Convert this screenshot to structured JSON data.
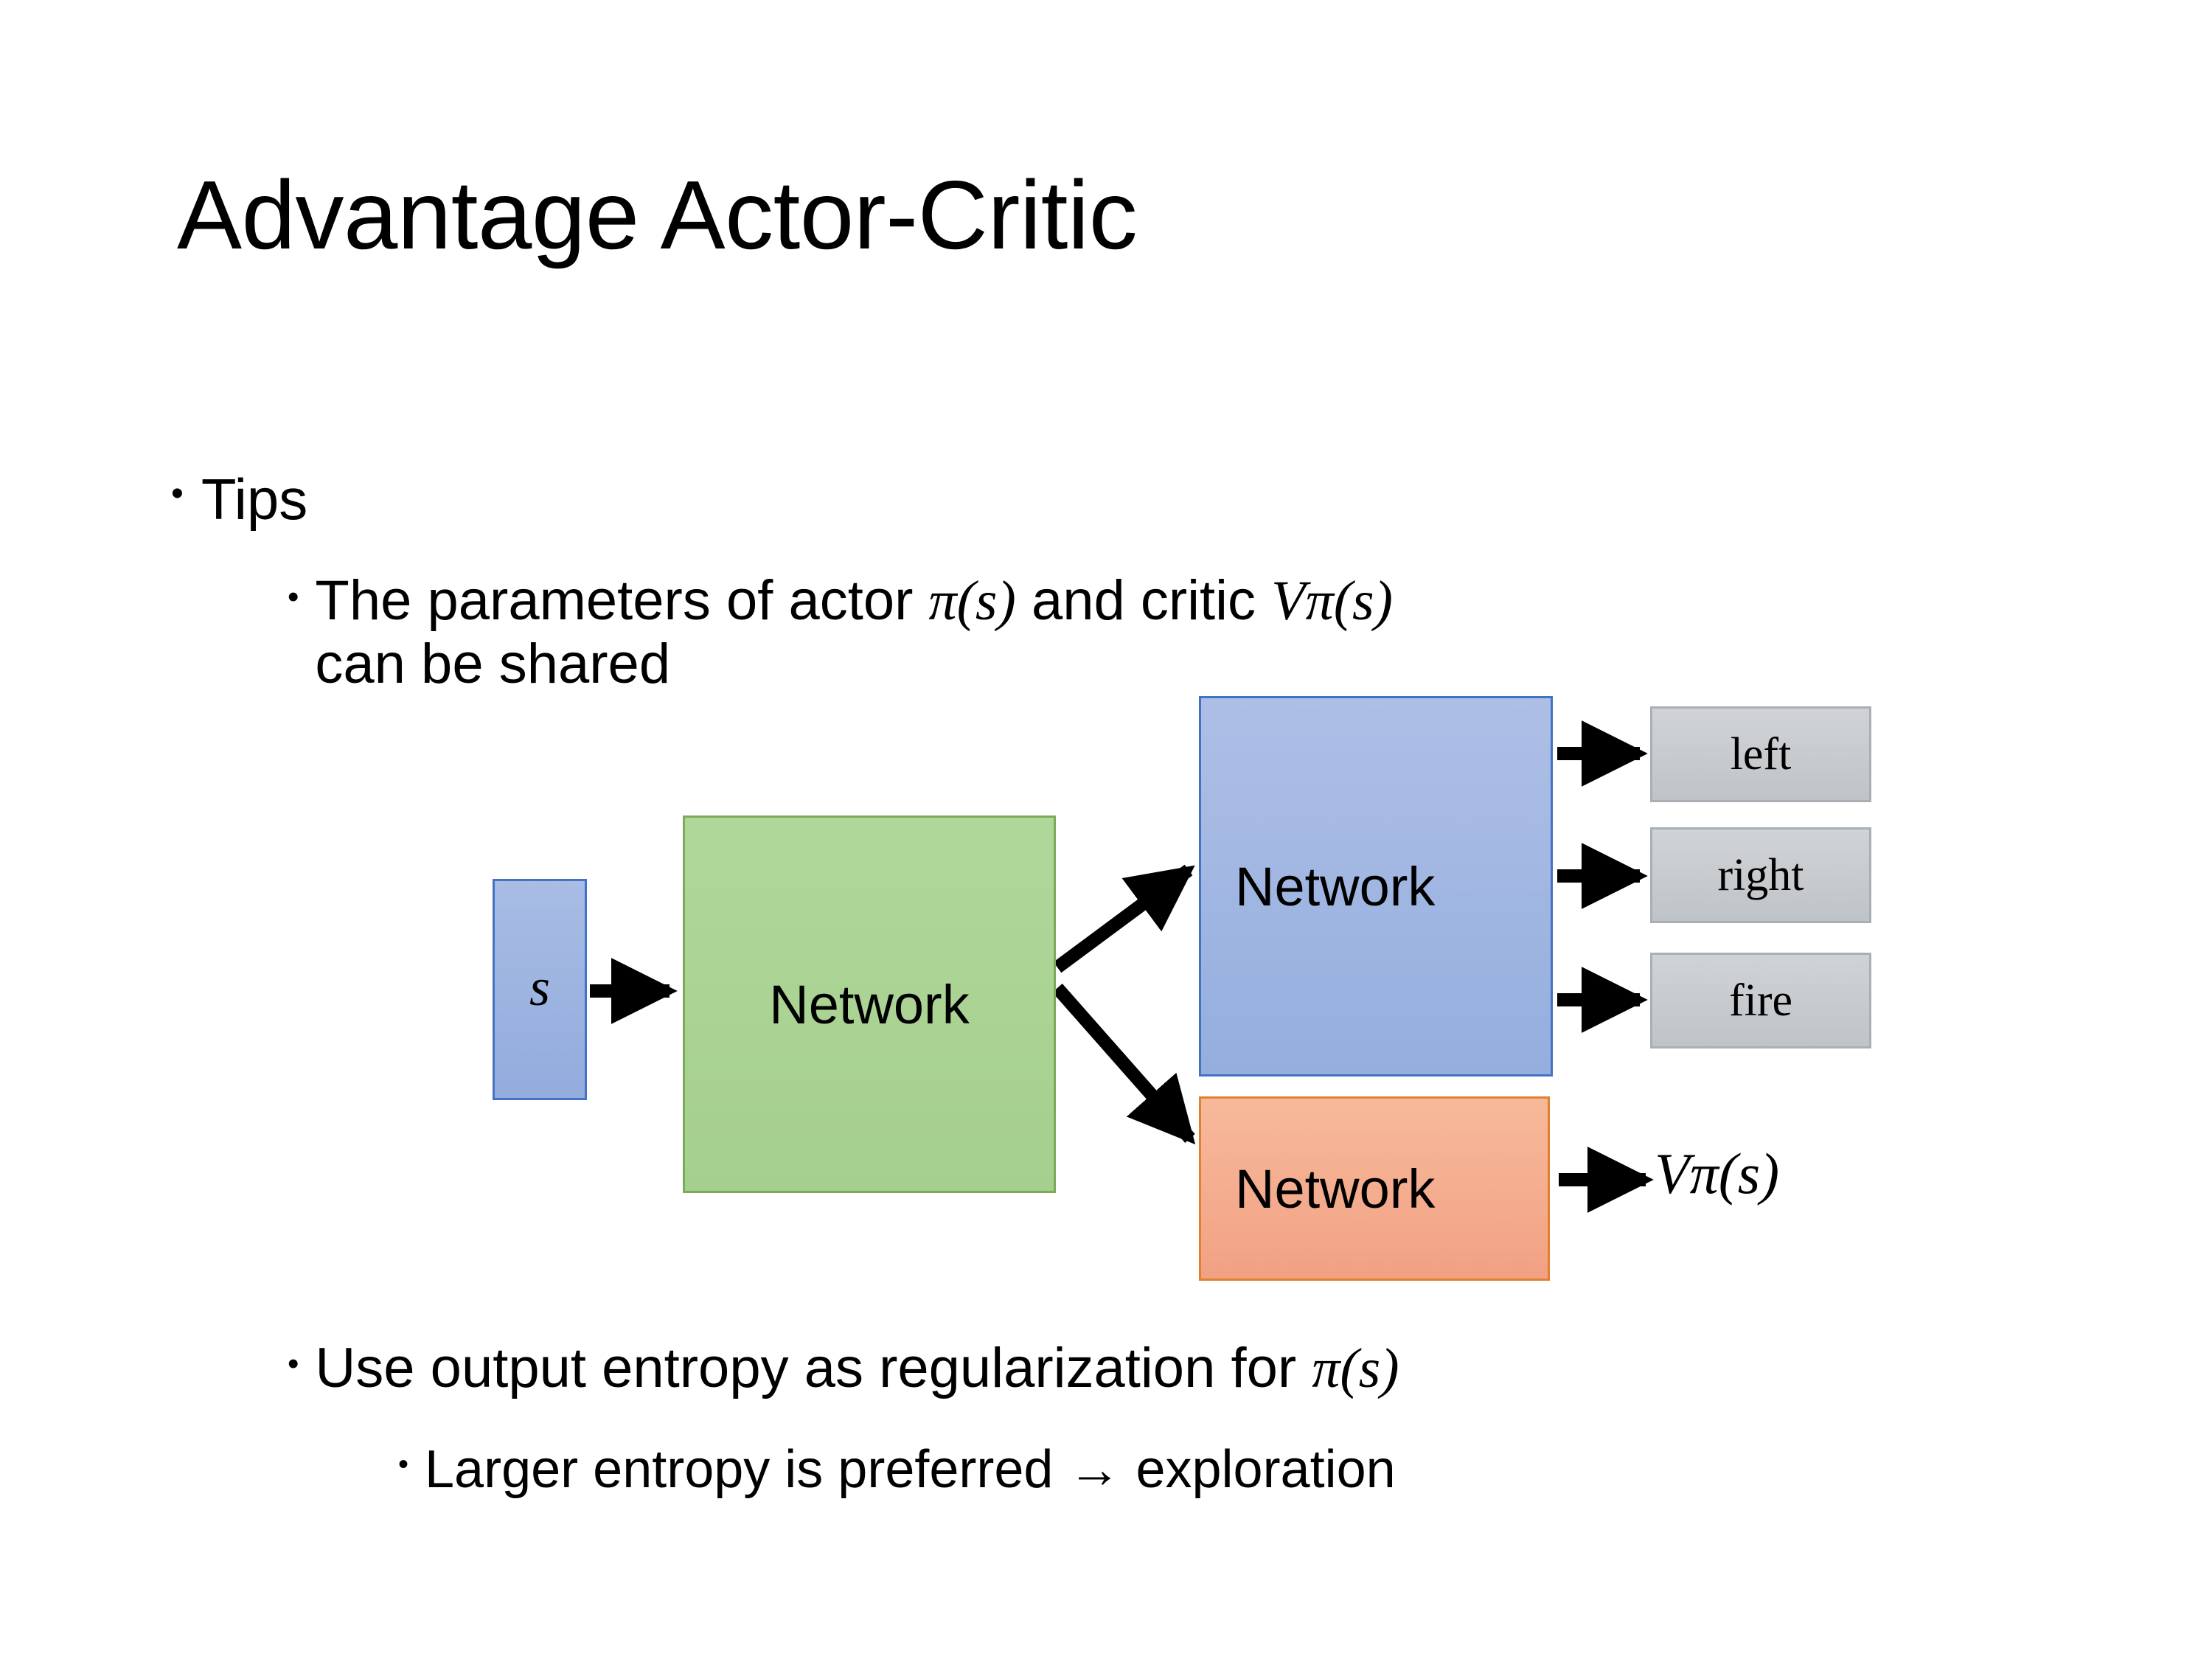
{
  "slide": {
    "title": "Advantage Actor-Critic",
    "bullets": {
      "tips": "Tips",
      "params_pre": "The parameters of actor ",
      "params_pi": "π",
      "params_pi_arg": "(s)",
      "params_mid": "  and critic ",
      "params_v": "V",
      "params_v_sup": "π",
      "params_v_arg": "(s)",
      "params_post": "can be shared",
      "entropy_pre": "Use output entropy as regularization for ",
      "entropy_pi": "π",
      "entropy_pi_arg": "(s)",
      "larger": "Larger entropy is preferred → exploration"
    }
  },
  "diagram": {
    "state_label": "s",
    "shared_network_label": "Network",
    "actor_network_label": "Network",
    "critic_network_label": "Network",
    "outputs": [
      {
        "label": "left"
      },
      {
        "label": "right"
      },
      {
        "label": "fire"
      }
    ],
    "critic_output": {
      "v": "V",
      "sup": "π",
      "arg": "(s)"
    },
    "colors": {
      "state_fill": "#9BB2E0",
      "state_border": "#4472C4",
      "shared_fill": "#A9D18E",
      "shared_border": "#7AAB58",
      "actor_fill": "#9BB2E0",
      "actor_border": "#4472C4",
      "critic_fill": "#F4A582",
      "critic_border": "#E08030",
      "output_fill": "#C8CCCF",
      "output_border": "#A9AFB4",
      "arrow": "#000000",
      "background": "#FFFFFF",
      "text": "#000000"
    }
  }
}
